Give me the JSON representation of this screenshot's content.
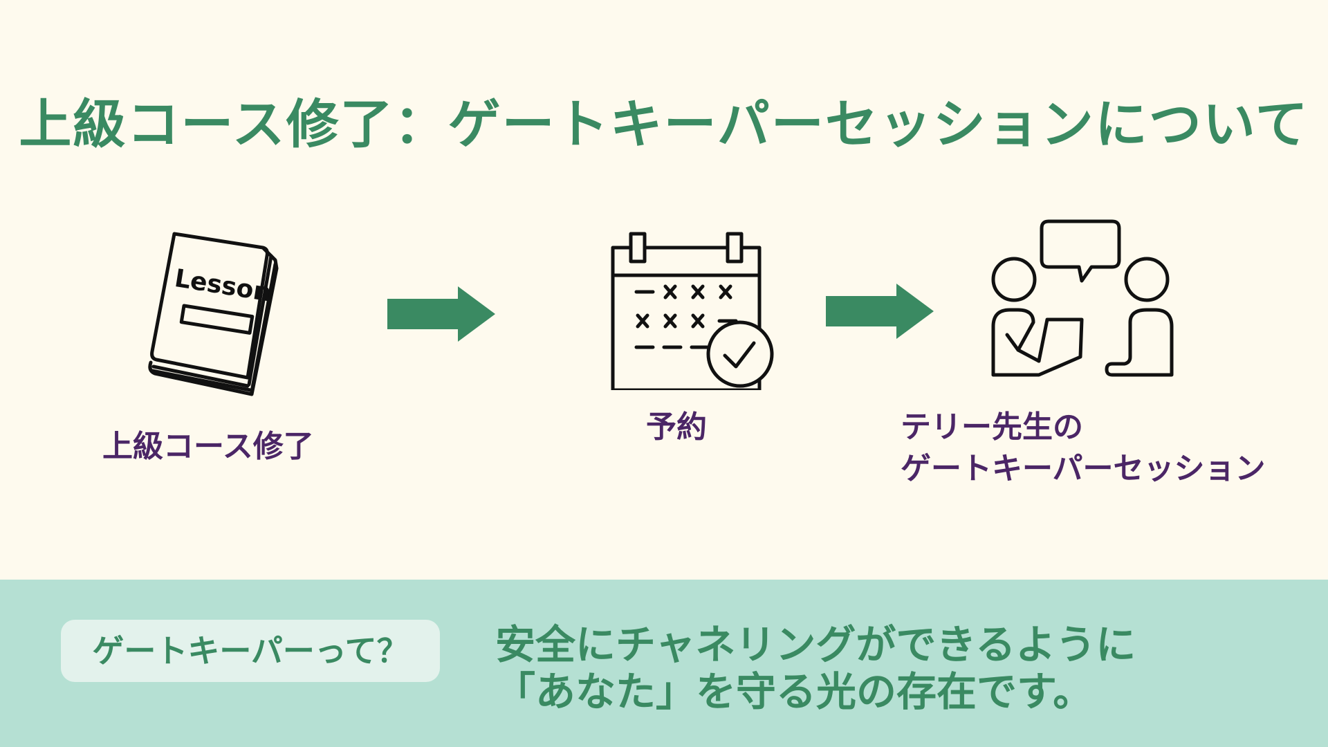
{
  "title": "上級コース修了：ゲートキーパーセッションについて",
  "steps": [
    {
      "label": "上級コース修了",
      "icon": "lesson-book-icon",
      "book_text": "Lesson"
    },
    {
      "label": "予約",
      "icon": "calendar-check-icon"
    },
    {
      "label_lines": [
        "テリー先生の",
        "ゲートキーパーセッション"
      ],
      "icon": "conversation-icon"
    }
  ],
  "bottom": {
    "question": "ゲートキーパーって？",
    "answer_lines": [
      "安全にチャネリングができるように",
      "「あなた」を守る光の存在です。"
    ]
  },
  "colors": {
    "background": "#fefaee",
    "accent_green": "#3a8a62",
    "label_purple": "#4b2666",
    "band": "#b5e0d3",
    "pill": "#e3f2ec"
  }
}
